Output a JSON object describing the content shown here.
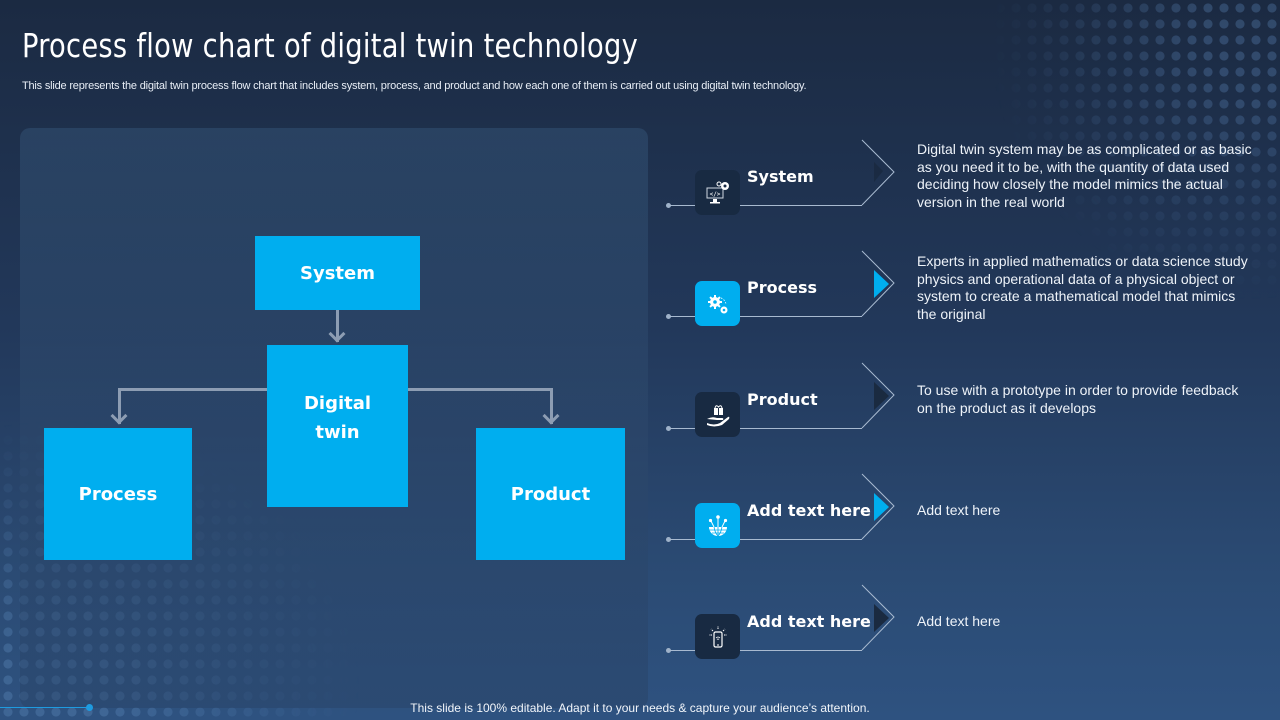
{
  "slide": {
    "title": "Process flow chart of digital twin technology",
    "subtitle": "This slide represents the digital twin process flow chart that includes system, process, and product and how each one of them is carried out using digital twin technology.",
    "footer": "This slide is 100% editable. Adapt it to your needs & capture your audience’s attention."
  },
  "colors": {
    "accent": "#00aeef",
    "connector": "#8d9db3",
    "tile_dark": "#182a42",
    "background_top": "#1b2a42",
    "background_bottom": "#2e5280"
  },
  "flowchart": {
    "top": "System",
    "center_line1": "Digital",
    "center_line2": "twin",
    "left": "Process",
    "right": "Product"
  },
  "items": [
    {
      "label": "System",
      "icon": "code-gear-monitor-icon",
      "tile": "dark",
      "chevron_fill": "dark",
      "description": "Digital twin system may be as complicated or as basic as you need it to be, with the quantity of data used deciding how closely the model mimics the actual version in the real world"
    },
    {
      "label": "Process",
      "icon": "gears-icon",
      "tile": "blue",
      "chevron_fill": "blue",
      "description": "Experts in applied mathematics or data science study physics and operational data of a physical object or system to create a mathematical model that mimics the original"
    },
    {
      "label": "Product",
      "icon": "hand-holding-box-icon",
      "tile": "dark",
      "chevron_fill": "dark",
      "description": "To use with a prototype in order to provide feedback on the product as it develops"
    },
    {
      "label": "Add text here",
      "icon": "globe-network-icon",
      "tile": "blue",
      "chevron_fill": "blue",
      "description": "Add text here"
    },
    {
      "label": "Add text here",
      "icon": "smartphone-signal-icon",
      "tile": "dark",
      "chevron_fill": "dark",
      "description": "Add text here"
    }
  ]
}
